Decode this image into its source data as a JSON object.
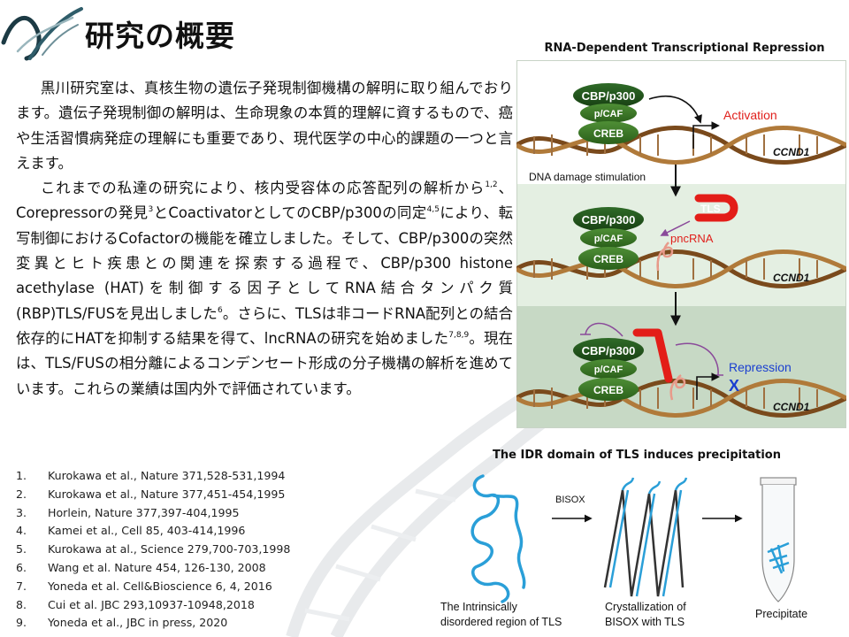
{
  "title": "研究の概要",
  "body": {
    "p1": "黒川研究室は、真核生物の遺伝子発現制御機構の解明に取り組んでおります。遺伝子発現制御の解明は、生命現象の本質的理解に資するもので、癌や生活習慣病発症の理解にも重要であり、現代医学の中心的課題の一つと言えます。",
    "p2_a": "これまでの私達の研究により、核内受容体の応答配列の解析から",
    "p2_sup1": "1,2",
    "p2_b": "、Corepressorの発見",
    "p2_sup2": "3",
    "p2_c": "とCoactivatorとしてのCBP/p300の同定",
    "p2_sup3": "4,5",
    "p2_d": "により、転写制御におけるCofactorの機能を確立しました。そして、CBP/p300の突然変異とヒト疾患との関連を探索する過程で、CBP/p300 histone acethylase (HAT)を制御する因子としてRNA結合タンパク質(RBP)TLS/FUSを見出しました",
    "p2_sup4": "6",
    "p2_e": "。さらに、TLSは非コードRNA配列との結合依存的にHATを抑制する結果を得て、lncRNAの研究を始めました",
    "p2_sup5": "7,8,9",
    "p2_f": "。現在は、TLS/FUSの相分離によるコンデンセート形成の分子機構の解析を進めています。これらの業績は国内外で評価されています。"
  },
  "references": [
    {
      "num": "1.",
      "text": "Kurokawa et al., Nature 371,528-531,1994"
    },
    {
      "num": "2.",
      "text": "Kurokawa et al., Nature 377,451-454,1995"
    },
    {
      "num": "3.",
      "text": "Horlein, Nature 377,397-404,1995"
    },
    {
      "num": "4.",
      "text": "Kamei et al., Cell 85, 403-414,1996"
    },
    {
      "num": "5.",
      "text": "Kurokawa at al., Science 279,700-703,1998"
    },
    {
      "num": "6.",
      "text": "Wang et al. Nature 454, 126-130, 2008"
    },
    {
      "num": "7.",
      "text": "Yoneda et al. Cell&Bioscience 6, 4, 2016"
    },
    {
      "num": "8.",
      "text": "Cui et al. JBC 293,10937-10948,2018"
    },
    {
      "num": "9.",
      "text": "Yoneda et al., JBC in press, 2020"
    }
  ],
  "figure1": {
    "title": "RNA-Dependent Transcriptional Repression",
    "cbp": "CBP/p300",
    "pcaf": "p/CAF",
    "creb": "CREB",
    "activation": "Activation",
    "gene": "CCND1",
    "dna_damage": "DNA damage stimulation",
    "tls": "TLS",
    "pncrna": "pncRNA",
    "repression": "Repression",
    "x_mark": "X",
    "colors": {
      "panel1": "#ffffff",
      "panel2": "#e4efe2",
      "panel3": "#c7d9c5",
      "protein": "#2f6b1f",
      "activation": "#e0201c",
      "repression": "#1a3fd0",
      "tls": "#e31d18"
    }
  },
  "figure2": {
    "title": "The IDR domain of TLS induces precipitation",
    "arrow_label": "BISOX",
    "label1_line1": "The Intrinsically",
    "label1_line2": "disordered region of TLS",
    "label2_line1": "Crystallization of",
    "label2_line2": "BISOX with TLS",
    "label3": "Precipitate",
    "colors": {
      "idr": "#2a9fd8"
    }
  }
}
